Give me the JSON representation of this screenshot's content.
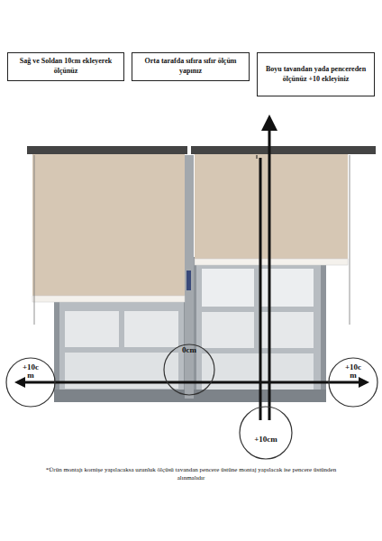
{
  "diagram": {
    "caption": "*Ürün montajı kornişe yapılacaksa uzunluk ölçüsü tavandan pencere üstüne montaj yapılacak ise pencere üstünden alınmalıdır",
    "nodes": [
      {
        "text": [
          "Sağ ve Soldan 10cm ekleyerek ölçünüz"
        ]
      },
      {
        "text": [
          "Orta tarafda sıfıra sıfır ölçüm yapınız"
        ]
      },
      {
        "text": [
          "Boyu tavandan yada pencereden ölçünüz +10 ekleyiniz"
        ]
      },
      {
        "text": [
          "+10c m"
        ]
      },
      {
        "text": [
          "0cm"
        ]
      },
      {
        "text": [
          "+10c m"
        ]
      },
      {
        "text": [
          "+10cm"
        ]
      }
    ]
  }
}
